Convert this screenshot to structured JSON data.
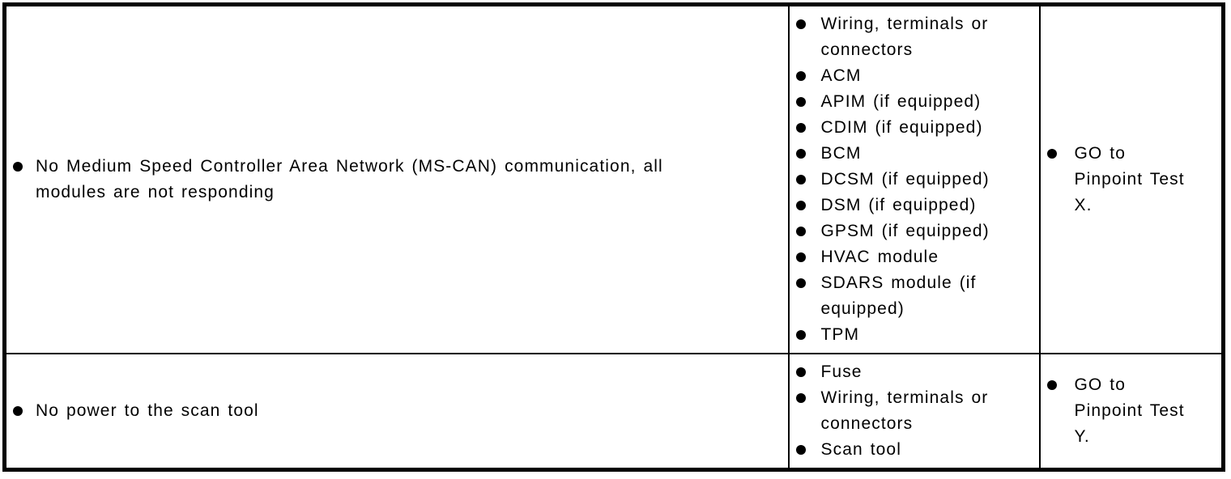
{
  "colors": {
    "border": "#000000",
    "text": "#000000",
    "background": "#ffffff"
  },
  "icons": {
    "bullet": "filled-circle"
  },
  "table": {
    "rows": [
      {
        "symptoms": [
          "No Medium Speed Controller Area Network (MS-CAN) communication, all modules are not responding"
        ],
        "sources": [
          "Wiring, terminals or connectors",
          "ACM",
          "APIM (if equipped)",
          "CDIM (if equipped)",
          "BCM",
          "DCSM (if equipped)",
          "DSM (if equipped)",
          "GPSM (if equipped)",
          "HVAC module",
          "SDARS module (if equipped)",
          "TPM"
        ],
        "actions": [
          "GO to Pinpoint Test X."
        ]
      },
      {
        "symptoms": [
          "No power to the scan tool"
        ],
        "sources": [
          "Fuse",
          "Wiring, terminals or connectors",
          "Scan tool"
        ],
        "actions": [
          "GO to Pinpoint Test Y."
        ]
      }
    ]
  }
}
